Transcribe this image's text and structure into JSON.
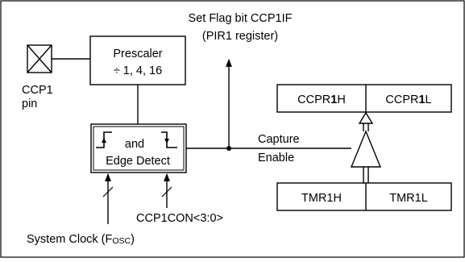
{
  "flag": {
    "line1": "Set Flag bit CCP1IF",
    "line2": "(PIR1 register)"
  },
  "pin": {
    "line1": "CCP1",
    "line2": "pin"
  },
  "prescaler": {
    "line1": "Prescaler",
    "line2": "÷ 1, 4, 16"
  },
  "edge_detect": {
    "line1": "and",
    "line2": "Edge Detect"
  },
  "capture_enable": {
    "line1": "Capture",
    "line2": "Enable"
  },
  "ccpr1": {
    "high_prefix": "CCPR",
    "high_bold": "1",
    "high_suffix": "H",
    "low_prefix": "CCPR",
    "low_bold": "1",
    "low_suffix": "L"
  },
  "tmr1": {
    "high": "TMR1H",
    "low": "TMR1L"
  },
  "ccp1con": "CCP1CON<3:0>",
  "system_clock": {
    "prefix": "System Clock (F",
    "subscript": "OSC",
    "suffix": ")"
  }
}
